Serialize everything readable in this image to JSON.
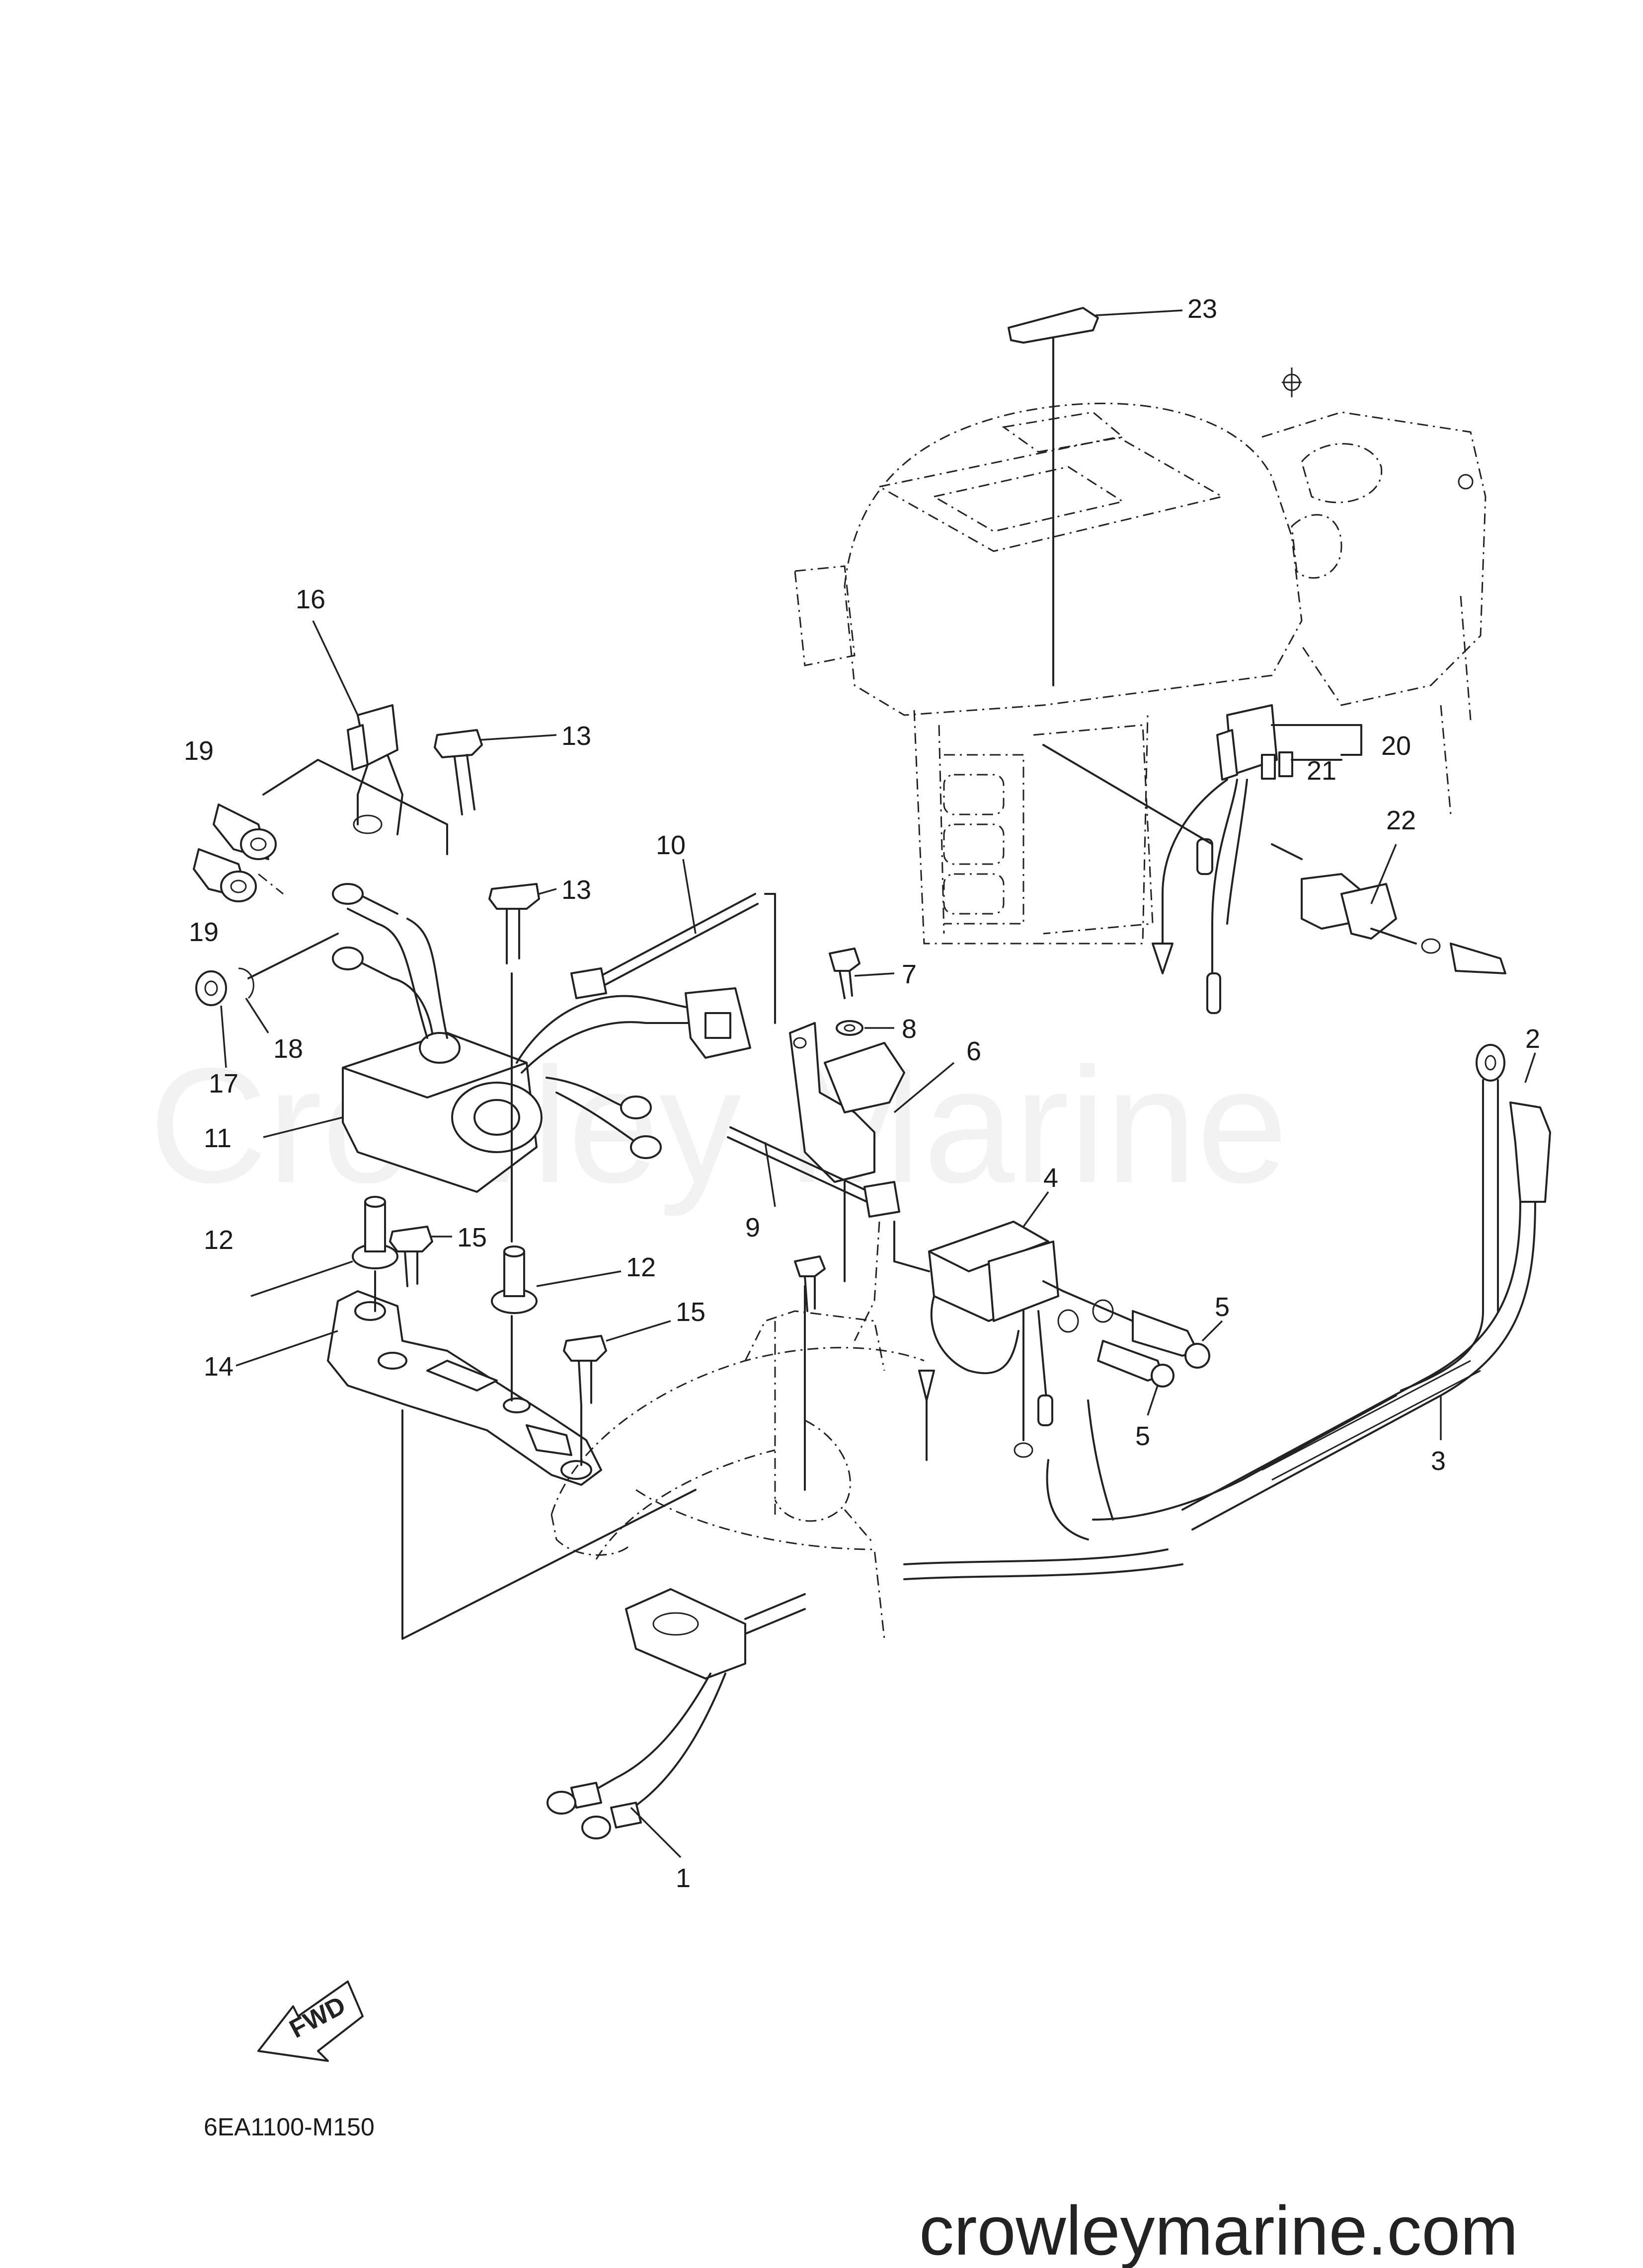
{
  "watermark": "Crowley Marine",
  "diagram_code": "6EA1100-M150",
  "site_url": "crowleymarine.com",
  "fwd_label": "FWD",
  "callouts": {
    "c1": "1",
    "c2": "2",
    "c3": "3",
    "c4": "4",
    "c5a": "5",
    "c5b": "5",
    "c6": "6",
    "c7": "7",
    "c8": "8",
    "c9": "9",
    "c10": "10",
    "c11": "11",
    "c12a": "12",
    "c12b": "12",
    "c13a": "13",
    "c13b": "13",
    "c14": "14",
    "c15a": "15",
    "c15b": "15",
    "c16": "16",
    "c17": "17",
    "c18": "18",
    "c19a": "19",
    "c19b": "19",
    "c20": "20",
    "c21": "21",
    "c22": "22",
    "c23": "23"
  }
}
